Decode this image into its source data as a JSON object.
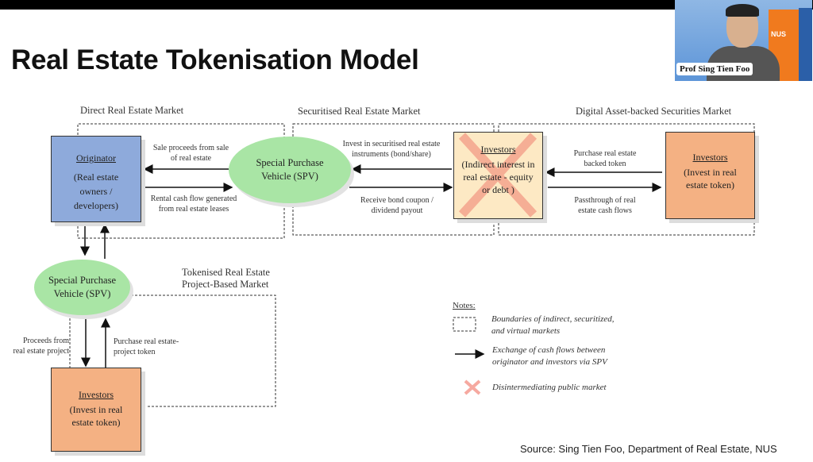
{
  "slide": {
    "title": "Real Estate Tokenisation Model",
    "source": "Source: Sing Tien Foo, Department of Real Estate, NUS"
  },
  "webcam": {
    "name": "Prof Sing Tien Foo",
    "logo_text": "NUS"
  },
  "markets": {
    "direct": "Direct  Real  Estate  Market",
    "securitised": "Securitised  Real  Estate  Market",
    "digital": "Digital  Asset-backed   Securities  Market",
    "tokenised_line1": "Tokenised  Real  Estate",
    "tokenised_line2": "Project-Based  Market"
  },
  "nodes": {
    "originator": {
      "title": "Originator",
      "desc": "(Real estate owners / developers)"
    },
    "spv_top": "Special Purchase Vehicle (SPV)",
    "investors_indirect": {
      "title": "Investors",
      "desc": "(Indirect interest in real estate - equity or debt )"
    },
    "investors_digital": {
      "title": "Investors",
      "desc": "(Invest in real estate token)"
    },
    "spv_bottom": "Special Purchase Vehicle (SPV)",
    "investors_project": {
      "title": "Investors",
      "desc": "(Invest in real estate token)"
    }
  },
  "flows": {
    "sale_proceeds": "Sale proceeds from sale\nof real estate",
    "rental_cash": "Rental cash flow generated\nfrom real estate leases",
    "invest_securitised": "Invest in securitised real estate\ninstruments (bond/share)",
    "receive_coupon": "Receive bond coupon /\ndividend payout",
    "purchase_token": "Purchase real estate\nbacked token",
    "passthrough": "Passthrough of real\nestate cash flows",
    "proceeds_project": "Proceeds from\nreal estate project",
    "purchase_project_token": "Purchase real estate-\nproject token"
  },
  "notes": {
    "heading": "Notes:",
    "boundaries": "Boundaries of indirect, securitized,\nand virtual markets",
    "exchange": "Exchange of cash flows between\noriginator and investors via SPV",
    "disintermediating": "Disintermediating public market"
  },
  "colors": {
    "originator": "#8eaadb",
    "spv": "#a9e5a5",
    "investors": "#f4b183",
    "investors_indirect": "#fde9c4",
    "cross": "#f4a08a"
  }
}
